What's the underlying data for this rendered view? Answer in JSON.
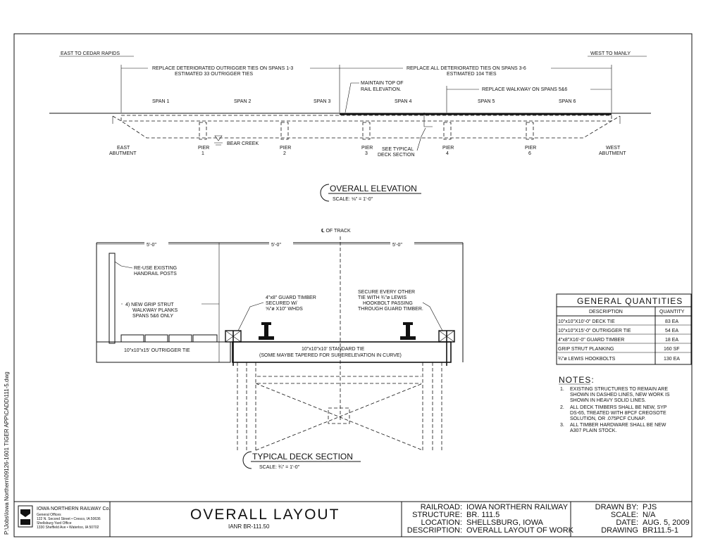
{
  "elevation": {
    "east_to": "EAST TO CEDAR RAPIDS",
    "west_to": "WEST TO MANLY",
    "note_outrigger_1": "REPLACE DETERIORATED OUTRIGGER TIES ON SPANS 1-3",
    "note_outrigger_2": "ESTIMATED 33 OUTRIGGER TIES",
    "note_ties_1": "REPLACE ALL DETERIORATED TIES ON SPANS 3-6",
    "note_ties_2": "ESTIMATED 104 TIES",
    "note_rail_1": "MAINTAIN TOP OF",
    "note_rail_2": "RAIL ELEVATION.",
    "note_walkway": "REPLACE WALKWAY ON SPANS 5&6",
    "spans": [
      "SPAN 1",
      "SPAN 2",
      "SPAN 3",
      "SPAN 4",
      "SPAN 5",
      "SPAN 6"
    ],
    "east_abutment_1": "EAST",
    "east_abutment_2": "ABUTMENT",
    "west_abutment_1": "WEST",
    "west_abutment_2": "ABUTMENT",
    "piers": [
      {
        "label": "PIER",
        "num": "1"
      },
      {
        "label": "PIER",
        "num": "2"
      },
      {
        "label": "PIER",
        "num": "3"
      },
      {
        "label": "PIER",
        "num": "4"
      },
      {
        "label": "PIER",
        "num": "6"
      }
    ],
    "creek": "BEAR CREEK",
    "see_typical_1": "SEE TYPICAL",
    "see_typical_2": "DECK SECTION",
    "title": "OVERALL ELEVATION",
    "scale": "SCALE: ⅛\" = 1'-0\""
  },
  "section": {
    "track_cl": "℄ OF TRACK",
    "dim": "5'-0\"",
    "reuse_1": "RE-USE EXISTING",
    "reuse_2": "HANDRAIL POSTS",
    "grip_1": "4) NEW GRIP STRUT",
    "grip_2": "WALKWAY PLANKS",
    "grip_3": "SPANS 5&6 ONLY",
    "guard_1": "4\"x8\" GUARD TIMBER",
    "guard_2": "SECURED W/",
    "guard_3": "⅝\"ø X10\" WHDS",
    "secure_1": "SECURE EVERY OTHER",
    "secure_2": "TIE WITH ¾\"ø LEWIS",
    "secure_3": "HOOKBOLT PASSING",
    "secure_4": "THROUGH GUARD TIMBER.",
    "outrigger_tie": "10\"x10\"x15' OUTRIGGER TIE",
    "standard_tie_1": "10\"x10\"x10' STANDARD TIE",
    "standard_tie_2": "(SOME MAYBE TAPERED FOR SUPERELEVATION IN CURVE)",
    "title": "TYPICAL DECK SECTION",
    "scale": "SCALE: ¾\" = 1'-0\""
  },
  "quantities": {
    "title": "GENERAL QUANTITIES",
    "header": [
      "DESCRIPTION",
      "QUANTITY"
    ],
    "rows": [
      [
        "10\"x10\"X10'-0\" DECK TIE",
        "83 EA"
      ],
      [
        "10\"x10\"X15'-0\" OUTRIGGER TIE",
        "54 EA"
      ],
      [
        "4\"x8\"X16'-0\" GUARD TIMBER",
        "18 EA"
      ],
      [
        "GRIP STRUT PLANKING",
        "160 SF"
      ],
      [
        "¾\"ø LEWIS HOOKBOLTS",
        "130 EA"
      ]
    ]
  },
  "notes": {
    "title": "NOTES:",
    "items": [
      [
        "1.",
        "EXISTING STRUCTURES TO REMAIN ARE",
        "SHOWN IN DASHED LINES, NEW WORK IS",
        "SHOWN IN HEAVY SOLID LINES."
      ],
      [
        "2.",
        "ALL DECK TIMBERS SHALL BE NEW, SYP",
        "DS-65, TREATED WITH 8PCF CREOSOTE",
        "SOLUTION, OR .075PCF CUNAP."
      ],
      [
        "3.",
        "ALL TIMBER HARDWARE SHALL BE NEW",
        "A307 PLAIN STOCK."
      ]
    ]
  },
  "title_block": {
    "company": "IOWA NORTHERN RAILWAY Co.",
    "addr_1": "General Offices",
    "addr_2": "122 N. Second Street • Cresco, IA 50636",
    "addr_3": "Shellsburg Yard Office",
    "addr_4": "1330 Sheffield Ave • Waterloo, IA 50702",
    "title": "OVERALL LAYOUT",
    "subtitle": "IANR BR-111.50",
    "railroad_label": "RAILROAD:",
    "railroad": "IOWA NORTHERN RAILWAY",
    "structure_label": "STRUCTURE:",
    "structure": "BR. 111.5",
    "location_label": "LOCATION:",
    "location": "SHELLSBURG, IOWA",
    "description_label": "DESCRIPTION:",
    "description": "OVERALL LAYOUT OF WORK",
    "drawn_label": "DRAWN BY:",
    "drawn": "PJS",
    "scale_label": "SCALE:",
    "scale": "N/A",
    "date_label": "DATE:",
    "date": "AUG. 5, 2009",
    "drawing_label": "DRAWING",
    "drawing": "BR111.5-1"
  },
  "file_path": "P:\\Jobs\\Iowa Northern\\09126-1601 TIGER APP\\CADD\\111-5.dwg"
}
